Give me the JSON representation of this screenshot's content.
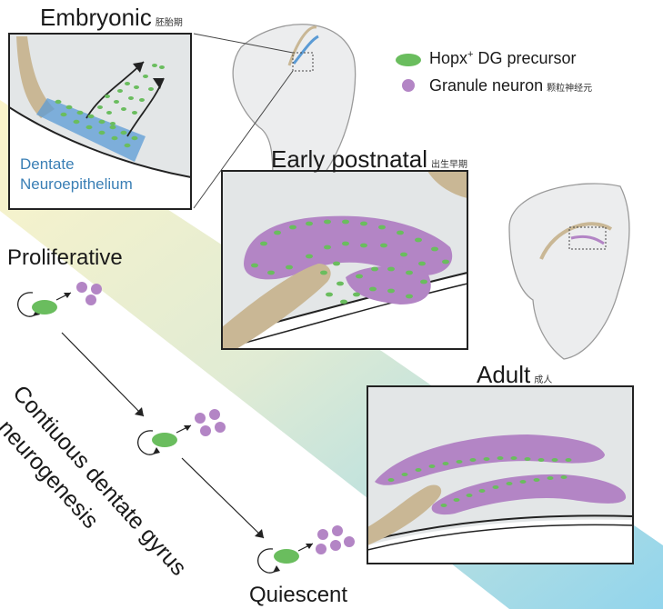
{
  "title_embryonic": "Embryonic",
  "title_embryonic_zh": "胚胎期",
  "title_early_postnatal": "Early postnatal",
  "title_early_postnatal_zh": "出生早期",
  "title_adult": "Adult",
  "title_adult_zh": "成人",
  "legend": {
    "precursor_label": "Hopx",
    "precursor_sup": "+",
    "precursor_rest": " DG precursor",
    "neuron_label": "Granule neuron",
    "neuron_zh": "颗粒神经元"
  },
  "label_dentate": "Dentate",
  "label_neuroepithelium": "Neuroepithelium",
  "label_proliferative": "Proliferative",
  "label_quiescent": "Quiescent",
  "label_diagonal_line1": "Contiuous dentate gyrus",
  "label_diagonal_line2": "neurogenesis",
  "colors": {
    "precursor_green": "#6abd5e",
    "neuron_purple": "#b385c5",
    "dentate_blue": "#5b9bd5",
    "tissue_tan": "#c9b795",
    "panel_gray": "#e3e6e7",
    "gradient_yellow": "#fbf3c4",
    "gradient_blue": "#86d0ea"
  }
}
